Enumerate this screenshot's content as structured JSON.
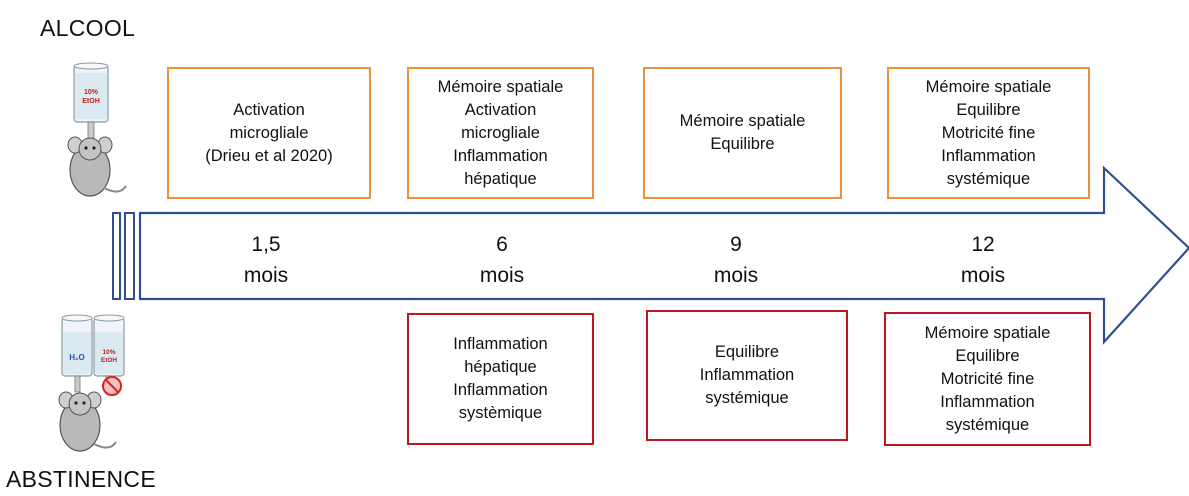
{
  "headings": {
    "top": "ALCOOL",
    "bottom": "ABSTINENCE"
  },
  "bottle_labels": {
    "ethanol": "10%\nEtOH",
    "water": "H₂O"
  },
  "colors": {
    "alcohol_border": "#ef8f3c",
    "abstinence_border": "#c0161d",
    "arrow": "#2f4f8f"
  },
  "timeline": [
    {
      "value": "1,5",
      "unit": "mois"
    },
    {
      "value": "6",
      "unit": "mois"
    },
    {
      "value": "9",
      "unit": "mois"
    },
    {
      "value": "12",
      "unit": "mois"
    }
  ],
  "alcohol_boxes": [
    {
      "lines": [
        "Activation",
        "microgliale",
        "(Drieu et al 2020)"
      ]
    },
    {
      "lines": [
        "Mémoire spatiale",
        "Activation",
        "microgliale",
        "Inflammation",
        "hépatique"
      ]
    },
    {
      "lines": [
        "Mémoire spatiale",
        "Equilibre"
      ]
    },
    {
      "lines": [
        "Mémoire spatiale",
        "Equilibre",
        "Motricité fine",
        "Inflammation",
        "systémique"
      ]
    }
  ],
  "abstinence_boxes": [
    {
      "lines": [
        "Inflammation",
        "hépatique",
        "Inflammation",
        "systèmique"
      ]
    },
    {
      "lines": [
        "Equilibre",
        "Inflammation",
        "systémique"
      ]
    },
    {
      "lines": [
        "Mémoire spatiale",
        "Equilibre",
        "Motricité fine",
        "Inflammation",
        "systémique"
      ]
    }
  ]
}
